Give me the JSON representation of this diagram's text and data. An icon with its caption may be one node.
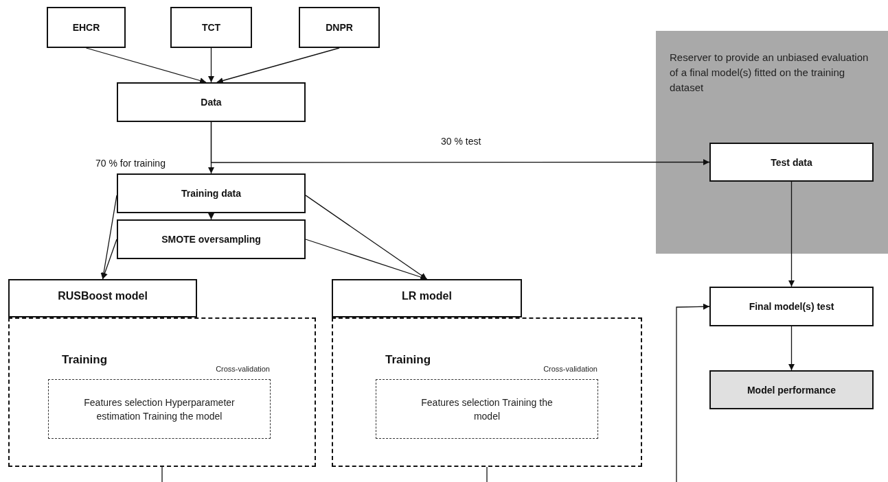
{
  "diagram": {
    "nodes": [
      {
        "text": [
          "EHCR"
        ]
      },
      {
        "text": [
          "TCT"
        ]
      },
      {
        "text": [
          "DNPR"
        ]
      },
      {
        "text": [
          "Data"
        ]
      },
      {
        "text": [
          "Training data"
        ]
      },
      {
        "text": [
          "SMOTE oversampling"
        ]
      },
      {
        "text": [
          "RUSBoost model"
        ]
      },
      {
        "text": [
          "Training"
        ]
      },
      {
        "text": [
          "Cross-validation",
          "Features selection Hyperparameter estimation Training the model"
        ],
        "in": 7
      },
      {
        "text": [
          "LR model"
        ]
      },
      {
        "text": [
          "Training"
        ]
      },
      {
        "text": [
          "Cross-validation",
          "Features selection Training the model"
        ],
        "in": 10
      },
      {
        "text": [
          "Reserver to provide an unbiased evaluation of a final model(s) fitted on the training dataset"
        ]
      },
      {
        "text": [
          "Test data"
        ],
        "in": 12
      },
      {
        "text": [
          "Final model(s) test"
        ]
      },
      {
        "text": [
          "Model performance"
        ]
      }
    ],
    "edges": [
      {
        "from": 0,
        "to": 3,
        "arrow": "to"
      },
      {
        "from": 1,
        "to": 3,
        "arrow": "to"
      },
      {
        "from": 2,
        "to": 3,
        "arrow": "to"
      },
      {
        "from": 3,
        "to": 4,
        "arrow": "to",
        "label": "70 % for training"
      },
      {
        "from": 3,
        "to": 13,
        "arrow": "to",
        "label": "30 % test"
      },
      {
        "from": 4,
        "to": 5,
        "arrow": "to"
      },
      {
        "from": 4,
        "to": 6,
        "arrow": "to"
      },
      {
        "from": 5,
        "to": 6,
        "arrow": "to"
      },
      {
        "from": 4,
        "to": 9,
        "arrow": "to"
      },
      {
        "from": 5,
        "to": 9,
        "arrow": "to"
      },
      {
        "from": 13,
        "to": 14,
        "arrow": "to"
      },
      {
        "from": 14,
        "to": 15,
        "arrow": "to"
      },
      {
        "from": null,
        "to": 14,
        "arrow": "to"
      },
      {
        "from": 7,
        "to": null,
        "arrow": "none"
      },
      {
        "from": 10,
        "to": null,
        "arrow": "none"
      }
    ]
  }
}
